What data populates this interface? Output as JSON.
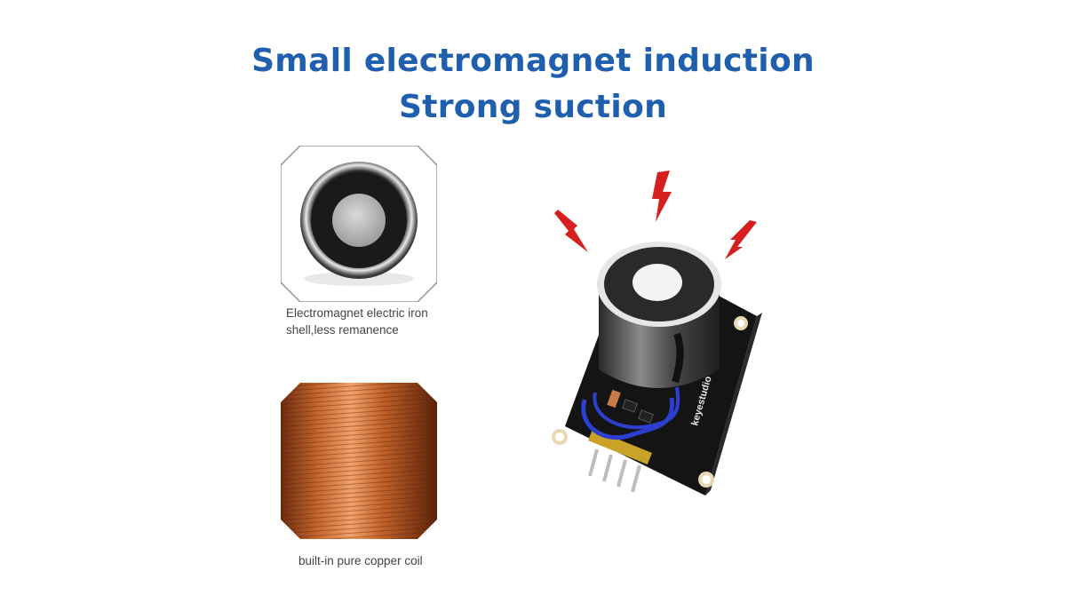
{
  "headline": {
    "line1": "Small electromagnet induction",
    "line2": "Strong suction"
  },
  "features": [
    {
      "caption_line1": "Electromagnet electric iron",
      "caption_line2": "shell,less remanence",
      "icon": "electromagnet-iron-shell"
    },
    {
      "caption_line1": "built-in pure copper coil",
      "icon": "copper-coil"
    }
  ],
  "product": {
    "board_label": "keyestudio",
    "icon": "electromagnet-module",
    "accents": {
      "bolt": "#d6201f",
      "board": "#141414",
      "wire": "#2d3fd0",
      "pins": "#c9a227"
    }
  },
  "colors": {
    "headline": "#1f5fae",
    "caption": "#444444"
  }
}
